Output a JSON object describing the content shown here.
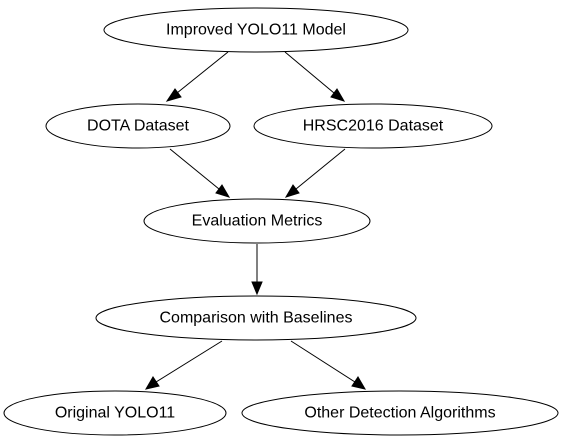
{
  "nodes": {
    "improved_model": "Improved YOLO11 Model",
    "dota_dataset": "DOTA Dataset",
    "hrsc_dataset": "HRSC2016 Dataset",
    "evaluation_metrics": "Evaluation Metrics",
    "comparison_baselines": "Comparison with Baselines",
    "original_yolo": "Original YOLO11",
    "other_algorithms": "Other Detection Algorithms"
  },
  "edges": [
    {
      "from": "improved_model",
      "to": "dota_dataset"
    },
    {
      "from": "improved_model",
      "to": "hrsc_dataset"
    },
    {
      "from": "dota_dataset",
      "to": "evaluation_metrics"
    },
    {
      "from": "hrsc_dataset",
      "to": "evaluation_metrics"
    },
    {
      "from": "evaluation_metrics",
      "to": "comparison_baselines"
    },
    {
      "from": "comparison_baselines",
      "to": "original_yolo"
    },
    {
      "from": "comparison_baselines",
      "to": "other_algorithms"
    }
  ],
  "colors": {
    "stroke": "#000000",
    "fill": "#ffffff",
    "text": "#000000"
  }
}
